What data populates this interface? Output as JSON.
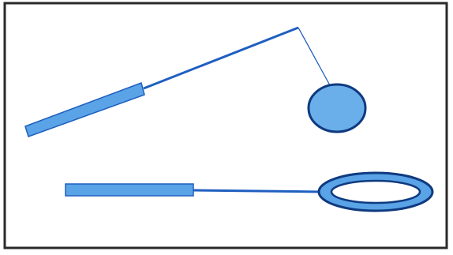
{
  "figure": {
    "type": "diagram",
    "colors": {
      "frame_border": "#2a2a2a",
      "stroke_blue": "#1f5fc0",
      "fill_blue": "#59a3e6",
      "light_fill": "#7ab8ef",
      "center_fill": "#ffffff"
    },
    "elements": [
      {
        "kind": "angled-handle-with-sphere",
        "label": ""
      },
      {
        "kind": "straight-handle-with-ring",
        "label": ""
      }
    ]
  }
}
